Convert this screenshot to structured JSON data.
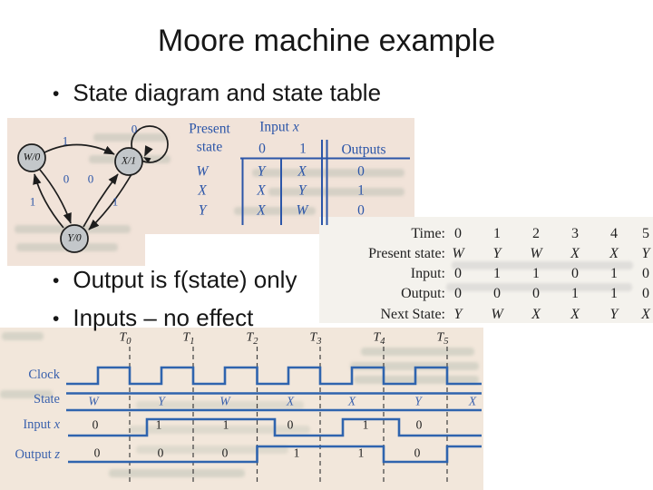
{
  "slide": {
    "title": "Moore machine example",
    "bullet_char": "•",
    "bullets": [
      "State diagram and state table",
      "Output is f(state) only",
      "Inputs – no effect"
    ]
  },
  "colors": {
    "table_blue": "#2b55a8",
    "waveform_blue": "#2f64ae",
    "scan_pink": "#f1e3d9",
    "scan_gray": "#f4f2ed",
    "node_gray": "#c3c7ca"
  },
  "state_diagram": {
    "nodes": [
      "W/0",
      "X/1",
      "Y/0"
    ],
    "edge_labels": {
      "w_to_x": "1",
      "x_self_loop": "0",
      "w_to_y": "0",
      "y_to_x": "0",
      "y_to_w": "1",
      "x_to_y": "1"
    }
  },
  "state_table": {
    "header_present_line1": "Present",
    "header_present_line2": "state",
    "header_input": "Input",
    "header_input_var": "x",
    "col_labels": [
      "0",
      "1"
    ],
    "header_outputs": "Outputs",
    "rows": [
      {
        "state": "W",
        "next0": "Y",
        "next1": "X",
        "output": "0"
      },
      {
        "state": "X",
        "next0": "X",
        "next1": "Y",
        "output": "1"
      },
      {
        "state": "Y",
        "next0": "X",
        "next1": "W",
        "output": "0"
      }
    ]
  },
  "timing_table": {
    "row_labels": [
      "Time:",
      "Present state:",
      "Input:",
      "Output:",
      "Next State:"
    ],
    "time": [
      "0",
      "1",
      "2",
      "3",
      "4",
      "5"
    ],
    "present_state": [
      "W",
      "Y",
      "W",
      "X",
      "X",
      "Y"
    ],
    "input": [
      "0",
      "1",
      "1",
      "0",
      "1",
      "0"
    ],
    "output": [
      "0",
      "0",
      "0",
      "1",
      "1",
      "0"
    ],
    "next_state": [
      "Y",
      "W",
      "X",
      "X",
      "Y",
      "X"
    ]
  },
  "timing_diagram": {
    "t_prefix": "T",
    "t_subs": [
      "0",
      "1",
      "2",
      "3",
      "4",
      "5"
    ],
    "signals": [
      {
        "name": "Clock",
        "var": ""
      },
      {
        "name": "State",
        "var": ""
      },
      {
        "name": "Input",
        "var": "x"
      },
      {
        "name": "Output",
        "var": "z"
      }
    ],
    "state_sequence": [
      "W",
      "Y",
      "W",
      "X",
      "X",
      "Y",
      "X"
    ],
    "input_bits": [
      "0",
      "1",
      "1",
      "0",
      "1",
      "0"
    ],
    "output_bits": [
      "0",
      "0",
      "0",
      "1",
      "1",
      "0"
    ]
  }
}
